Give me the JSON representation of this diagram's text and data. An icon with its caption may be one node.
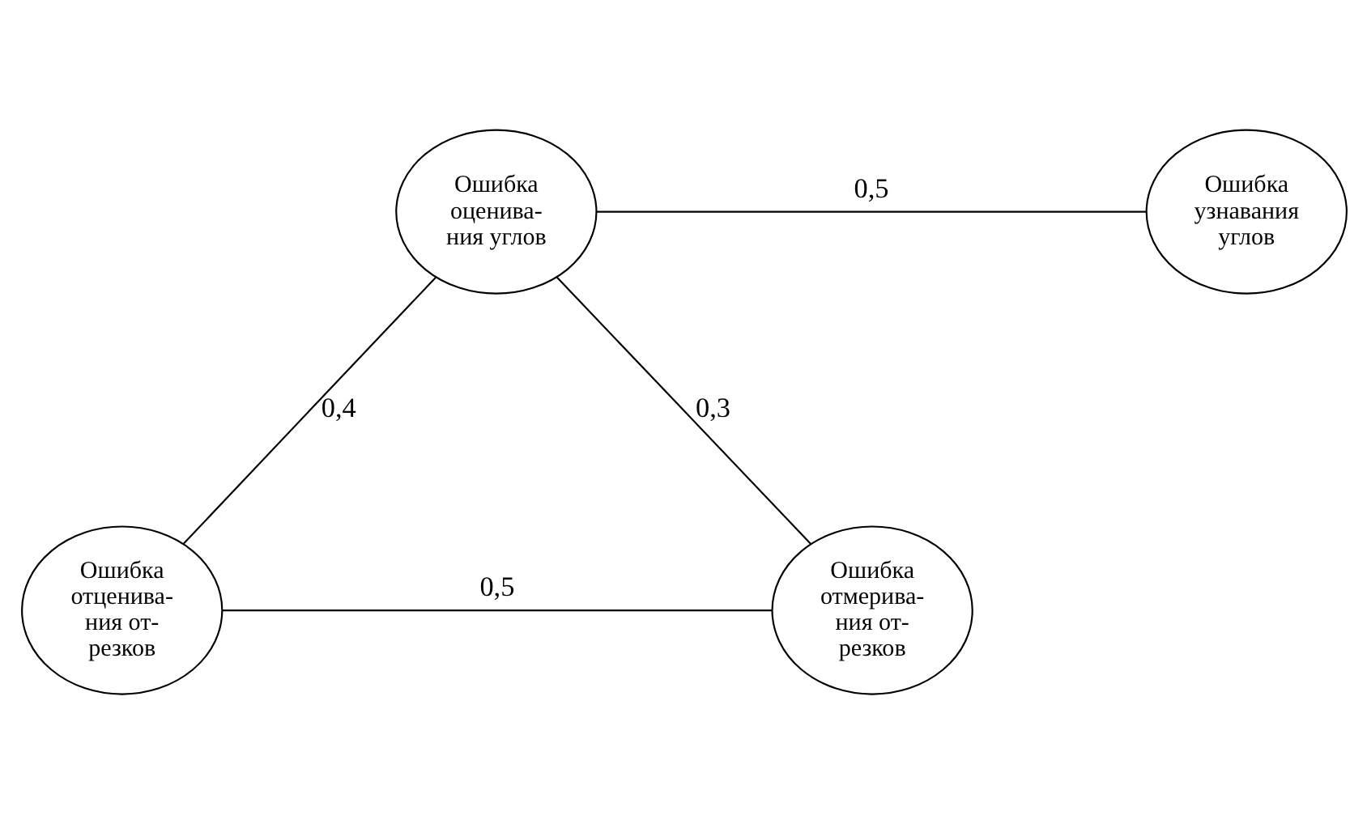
{
  "diagram": {
    "nodes": [
      {
        "text": [
          "Ошибка оценива- ния углов"
        ]
      },
      {
        "text": [
          "Ошибка узнавания углов"
        ]
      },
      {
        "text": [
          "Ошибка отценива- ния от- резков"
        ]
      },
      {
        "text": [
          "Ошибка отмерива- ния от- резков"
        ]
      }
    ],
    "edges": [
      {
        "from": 0,
        "to": 1,
        "arrow": "none",
        "label": "0,5"
      },
      {
        "from": 0,
        "to": 2,
        "arrow": "none",
        "label": "0,4"
      },
      {
        "from": 0,
        "to": 3,
        "arrow": "none",
        "label": "0,3"
      },
      {
        "from": 2,
        "to": 3,
        "arrow": "none",
        "label": "0,5"
      }
    ]
  }
}
